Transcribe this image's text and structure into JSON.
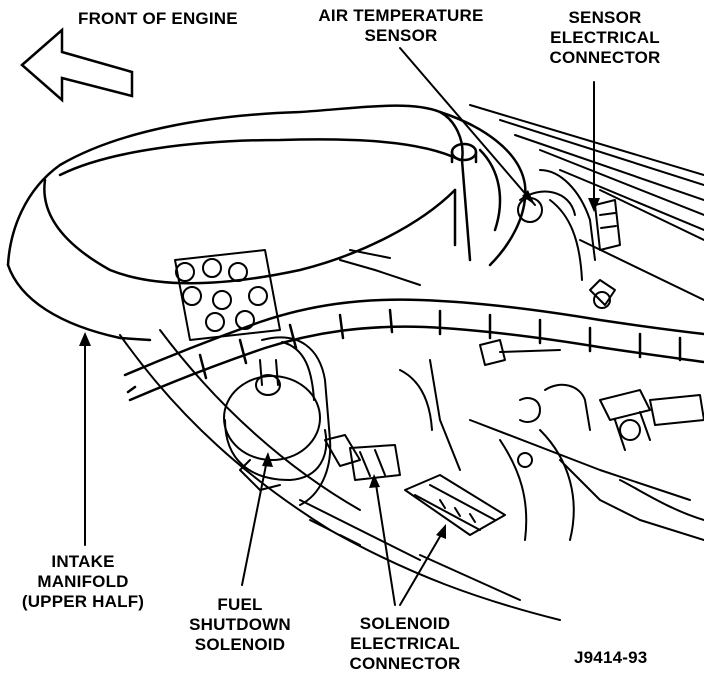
{
  "labels": {
    "front_of_engine": "FRONT OF ENGINE",
    "air_temp_sensor": [
      "AIR TEMPERATURE",
      "SENSOR"
    ],
    "sensor_connector": [
      "SENSOR",
      "ELECTRICAL",
      "CONNECTOR"
    ],
    "intake_manifold": [
      "INTAKE",
      "MANIFOLD",
      "(UPPER HALF)"
    ],
    "fuel_solenoid": [
      "FUEL",
      "SHUTDOWN",
      "SOLENOID"
    ],
    "solenoid_connector": [
      "SOLENOID",
      "ELECTRICAL",
      "CONNECTOR"
    ],
    "figure_id": "J9414-93"
  },
  "colors": {
    "ink": "#000000",
    "paper": "#ffffff"
  }
}
